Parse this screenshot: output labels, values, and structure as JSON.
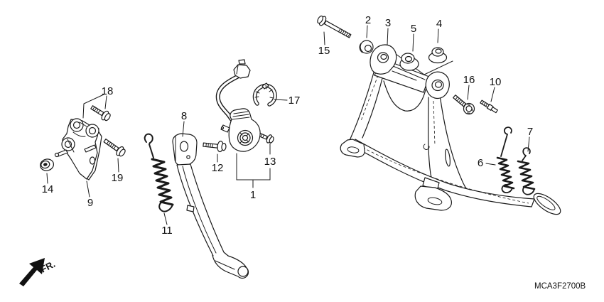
{
  "diagram": {
    "part_code": "MCA3F2700B",
    "front_indicator": "FR.",
    "colors": {
      "background": "#ffffff",
      "line": "#1a1a1a"
    },
    "callouts": [
      {
        "num": "1"
      },
      {
        "num": "2"
      },
      {
        "num": "3"
      },
      {
        "num": "4"
      },
      {
        "num": "5"
      },
      {
        "num": "6"
      },
      {
        "num": "7"
      },
      {
        "num": "8"
      },
      {
        "num": "9"
      },
      {
        "num": "10"
      },
      {
        "num": "11"
      },
      {
        "num": "12"
      },
      {
        "num": "13"
      },
      {
        "num": "14"
      },
      {
        "num": "15"
      },
      {
        "num": "16"
      },
      {
        "num": "17"
      },
      {
        "num": "18"
      },
      {
        "num": "19"
      }
    ]
  }
}
